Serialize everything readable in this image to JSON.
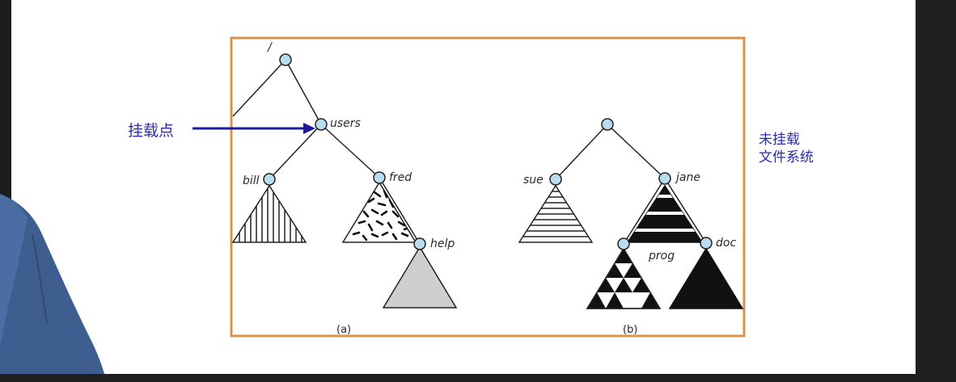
{
  "annotations": {
    "mount_point": "挂载点",
    "unmounted_line1": "未挂载",
    "unmounted_line2": "文件系统"
  },
  "tree_a": {
    "root_label": "/",
    "users_label": "users",
    "bill_label": "bill",
    "fred_label": "fred",
    "help_label": "help",
    "caption": "(a)"
  },
  "tree_b": {
    "sue_label": "sue",
    "jane_label": "jane",
    "prog_label": "prog",
    "doc_label": "doc",
    "caption": "(b)"
  },
  "colors": {
    "frame_border": "#d9924a",
    "node_fill": "#b9dcf0",
    "arrow": "#1b1ba0",
    "annotation_text": "#2b2bb0",
    "help_fill": "#cfcfcf"
  }
}
